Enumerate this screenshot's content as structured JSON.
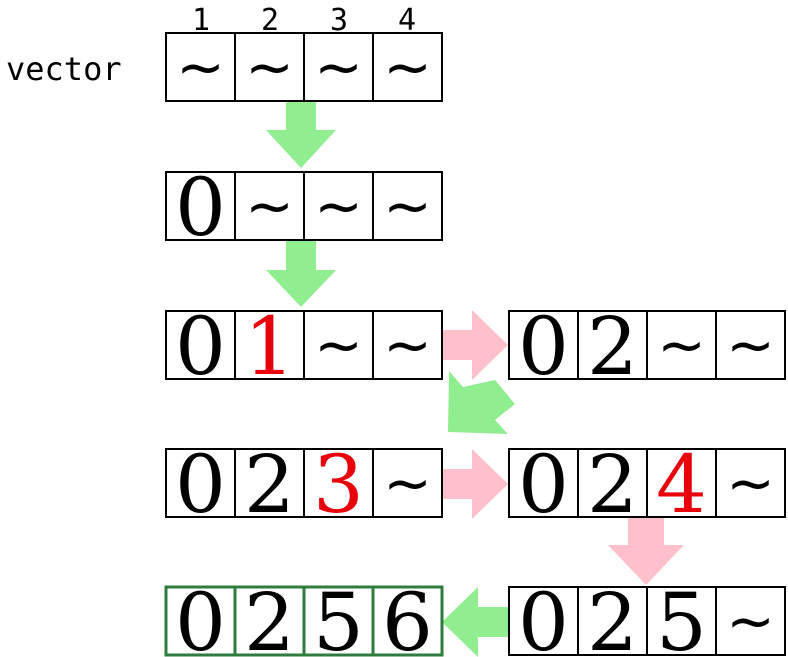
{
  "index_labels": [
    "1",
    "2",
    "3",
    "4"
  ],
  "vector_label": "vector",
  "colors": {
    "normal_text": "#000000",
    "changed_text": "#e8000b",
    "border": "#000000",
    "final_border": "#2e7d3e",
    "forward_arrow": "#90ee90",
    "shift_arrow": "#ffc0cb"
  },
  "vectors": [
    {
      "cells": [
        "~",
        "~",
        "~",
        "~"
      ],
      "highlight": [],
      "final": false
    },
    {
      "cells": [
        "0",
        "~",
        "~",
        "~"
      ],
      "highlight": [],
      "final": false
    },
    {
      "cells": [
        "0",
        "1",
        "~",
        "~"
      ],
      "highlight": [
        1
      ],
      "final": false
    },
    {
      "cells": [
        "0",
        "2",
        "~",
        "~"
      ],
      "highlight": [],
      "final": false
    },
    {
      "cells": [
        "0",
        "2",
        "3",
        "~"
      ],
      "highlight": [
        2
      ],
      "final": false
    },
    {
      "cells": [
        "0",
        "2",
        "4",
        "~"
      ],
      "highlight": [
        2
      ],
      "final": false
    },
    {
      "cells": [
        "0",
        "2",
        "5",
        "~"
      ],
      "highlight": [],
      "final": false
    },
    {
      "cells": [
        "0",
        "2",
        "5",
        "6"
      ],
      "highlight": [],
      "final": true
    }
  ],
  "arrows": [
    {
      "from": 0,
      "to": 1,
      "color": "forward_arrow"
    },
    {
      "from": 1,
      "to": 2,
      "color": "forward_arrow"
    },
    {
      "from": 2,
      "to": 3,
      "color": "shift_arrow"
    },
    {
      "from": 3,
      "to": 4,
      "color": "forward_arrow"
    },
    {
      "from": 4,
      "to": 5,
      "color": "shift_arrow"
    },
    {
      "from": 5,
      "to": 6,
      "color": "shift_arrow"
    },
    {
      "from": 6,
      "to": 7,
      "color": "forward_arrow"
    }
  ]
}
